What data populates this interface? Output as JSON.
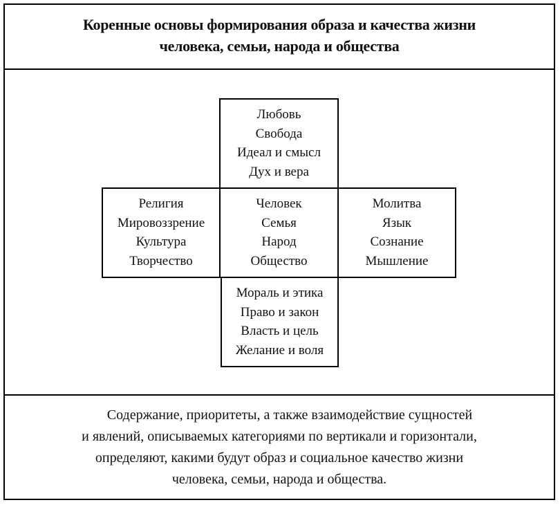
{
  "header": {
    "title_lines": [
      "Коренные основы формирования образа и качества жизни",
      "человека, семьи, народа и общества"
    ]
  },
  "diagram": {
    "top": [
      "Любовь",
      "Свобода",
      "Идеал и смысл",
      "Дух и вера"
    ],
    "left": [
      "Религия",
      "Мировоззрение",
      "Культура",
      "Творчество"
    ],
    "center": [
      "Человек",
      "Семья",
      "Народ",
      "Общество"
    ],
    "right": [
      "Молитва",
      "Язык",
      "Сознание",
      "Мышление"
    ],
    "bottom": [
      "Мораль и этика",
      "Право и закон",
      "Власть и цель",
      "Желание и воля"
    ]
  },
  "footer": {
    "lines": [
      "Содержание, приоритеты, а также взаимодействие сущностей",
      "и явлений, описываемых категориями по вертикали и горизонтали,",
      "определяют, какими будут образ и социальное качество жизни",
      "человека, семьи, народа и общества."
    ]
  }
}
